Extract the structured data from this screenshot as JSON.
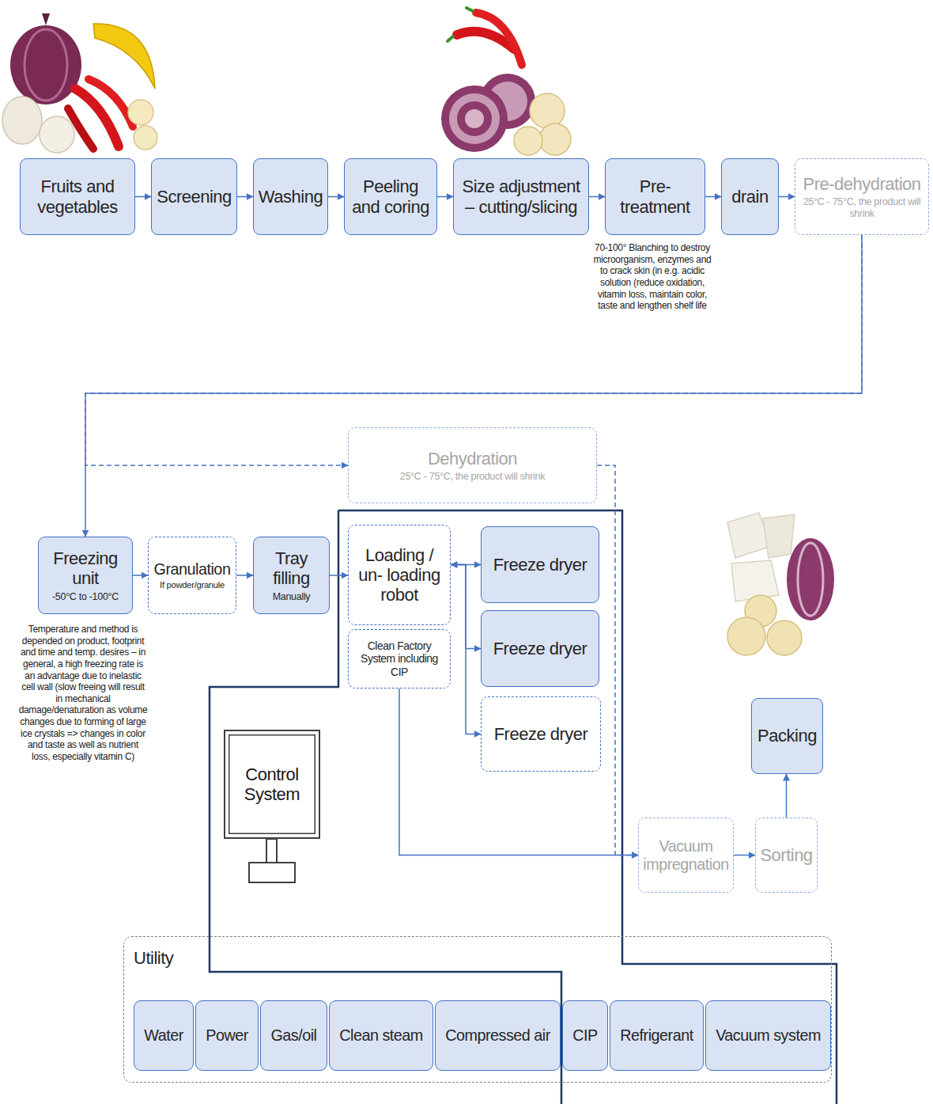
{
  "diagram": {
    "nodes": [
      {
        "text": [
          "Fruits and vegetables"
        ]
      },
      {
        "text": [
          "Screening"
        ]
      },
      {
        "text": [
          "Washing"
        ]
      },
      {
        "text": [
          "Peeling and coring"
        ]
      },
      {
        "text": [
          "Size adjustment – cutting/slicing"
        ]
      },
      {
        "text": [
          "Pre-treatment"
        ]
      },
      {
        "text": [
          "drain"
        ]
      },
      {
        "text": [
          "Pre-dehydration",
          "25°C - 75°C, the product will shrink"
        ]
      },
      {
        "text": [
          "Dehydration",
          "25°C - 75°C, the product will shrink"
        ]
      },
      {
        "text": [
          "Freezing unit",
          "-50°C to -100°C"
        ]
      },
      {
        "text": [
          "Granulation",
          "If powder/granule"
        ]
      },
      {
        "text": [
          "Tray filling",
          "Manually"
        ]
      },
      {
        "text": [
          "Loading / un- loading robot"
        ]
      },
      {
        "text": [
          "Clean Factory System including CIP"
        ]
      },
      {
        "text": [
          "Freeze dryer"
        ]
      },
      {
        "text": [
          "Freeze dryer"
        ]
      },
      {
        "text": [
          "Freeze dryer"
        ]
      },
      {
        "text": [
          "Control System"
        ]
      },
      {
        "text": [
          "Packing"
        ]
      },
      {
        "text": [
          "Vacuum impregnation"
        ]
      },
      {
        "text": [
          "Sorting"
        ]
      },
      {
        "text": [
          "Utility"
        ]
      },
      {
        "text": [
          "Water"
        ],
        "in": 21
      },
      {
        "text": [
          "Power"
        ],
        "in": 21
      },
      {
        "text": [
          "Gas/oil"
        ],
        "in": 21
      },
      {
        "text": [
          "Clean steam"
        ],
        "in": 21
      },
      {
        "text": [
          "Compressed air"
        ],
        "in": 21
      },
      {
        "text": [
          "CIP"
        ],
        "in": 21
      },
      {
        "text": [
          "Refrigerant"
        ],
        "in": 21
      },
      {
        "text": [
          "Vacuum system"
        ],
        "in": 21
      }
    ],
    "edges": [
      {
        "from": 0,
        "to": 1,
        "arrow": "to"
      },
      {
        "from": 1,
        "to": 2,
        "arrow": "to"
      },
      {
        "from": 2,
        "to": 3,
        "arrow": "to"
      },
      {
        "from": 3,
        "to": 4,
        "arrow": "to"
      },
      {
        "from": 4,
        "to": 5,
        "arrow": "to"
      },
      {
        "from": 5,
        "to": 6,
        "arrow": "to"
      },
      {
        "from": 6,
        "to": 7,
        "arrow": "to"
      },
      {
        "from": 7,
        "to": 9,
        "arrow": "to"
      },
      {
        "from": 7,
        "to": 8,
        "arrow": "to"
      },
      {
        "from": 8,
        "to": 19,
        "arrow": "to"
      },
      {
        "from": 9,
        "to": 10,
        "arrow": "to"
      },
      {
        "from": 10,
        "to": 11,
        "arrow": "to"
      },
      {
        "from": 11,
        "to": 12,
        "arrow": "to"
      },
      {
        "from": 12,
        "to": 14,
        "arrow": "both"
      },
      {
        "from": 12,
        "to": 15,
        "arrow": "to"
      },
      {
        "from": 12,
        "to": 16,
        "arrow": "to"
      },
      {
        "from": 13,
        "to": 19,
        "arrow": "to"
      },
      {
        "from": 19,
        "to": 20,
        "arrow": "to"
      },
      {
        "from": 20,
        "to": 18,
        "arrow": "to"
      }
    ],
    "labels": [
      "70-100° Blanching to destroy microorganism, enzymes and to crack skin (in e.g. acidic solution (reduce oxidation, vitamin loss, maintain color, taste and lengthen shelf life",
      "Temperature and method is depended on product, footprint and time and temp. desires – in general, a high freezing rate is an advantage due to inelastic cell wall (slow freeing will result in mechanical damage/denaturation as volume changes due to forming of large ice crystals => changes in color and taste as well as nutrient loss, especially vitamin C)"
    ]
  }
}
